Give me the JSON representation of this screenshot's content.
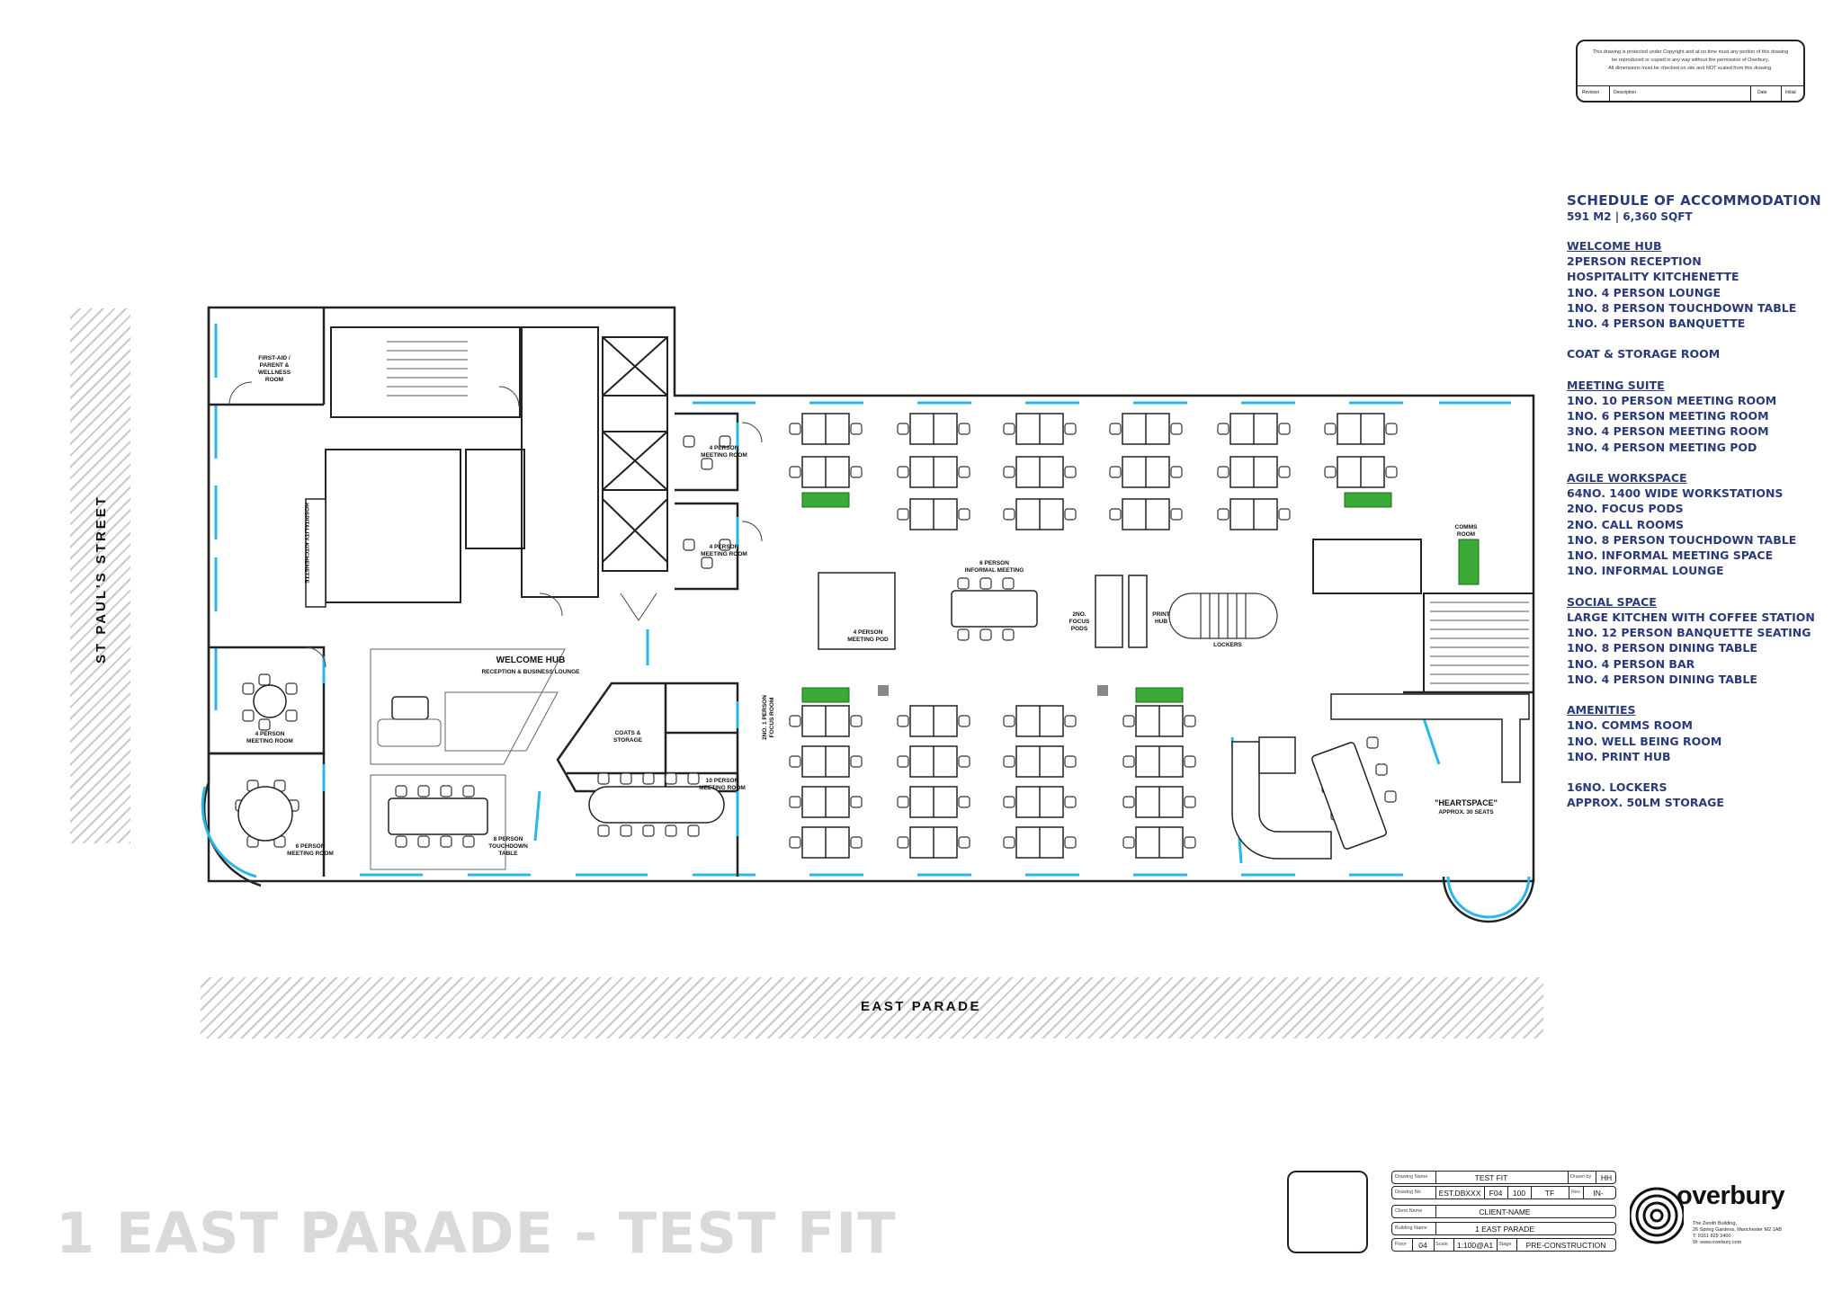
{
  "copyright": {
    "line1": "This drawing is protected under Copyright and at no time must any portion of this drawing",
    "line2": "be reproduced or copied in any way without the permission of Overbury.",
    "line3": "All dimensions must be checked on site and NOT scaled from this drawing.",
    "rev_headers": [
      "Revision",
      "Description",
      "Date",
      "Initial"
    ]
  },
  "schedule": {
    "title": "SCHEDULE OF ACCOMMODATION",
    "area": "591 M2  |  6,360 SQFT",
    "groups": [
      {
        "title": "WELCOME HUB",
        "items": [
          "2PERSON RECEPTION",
          "HOSPITALITY KITCHENETTE",
          "1NO. 4 PERSON LOUNGE",
          "1NO. 8 PERSON TOUCHDOWN TABLE",
          "1NO. 4 PERSON BANQUETTE"
        ]
      },
      {
        "title": "",
        "items": [
          "COAT & STORAGE ROOM"
        ]
      },
      {
        "title": "MEETING SUITE",
        "items": [
          "1NO. 10 PERSON MEETING ROOM",
          "1NO. 6 PERSON MEETING ROOM",
          "3NO. 4 PERSON MEETING ROOM",
          "1NO. 4 PERSON MEETING POD"
        ]
      },
      {
        "title": "AGILE WORKSPACE",
        "items": [
          "64NO. 1400 WIDE WORKSTATIONS",
          "2NO. FOCUS PODS",
          "2NO. CALL ROOMS",
          "1NO. 8 PERSON TOUCHDOWN TABLE",
          "1NO. INFORMAL MEETING SPACE",
          "1NO. INFORMAL LOUNGE"
        ]
      },
      {
        "title": "SOCIAL SPACE",
        "items": [
          "LARGE KITCHEN WITH COFFEE STATION",
          "1NO. 12 PERSON BANQUETTE SEATING",
          "1NO. 8 PERSON DINING TABLE",
          "1NO. 4 PERSON BAR",
          "1NO. 4 PERSON DINING TABLE"
        ]
      },
      {
        "title": "AMENITIES",
        "items": [
          "1NO. COMMS ROOM",
          "1NO. WELL BEING ROOM",
          "1NO. PRINT HUB"
        ]
      },
      {
        "title": "",
        "items": [
          "16NO. LOCKERS",
          "APPROX. 50LM STORAGE"
        ]
      }
    ]
  },
  "streets": {
    "left": "ST PAUL'S STREET",
    "bottom": "EAST PARADE"
  },
  "rooms": {
    "first_aid": "FIRST-AID /\nPARENT &\nWELLNESS\nROOM",
    "kitchenette": "HOSPITALITY KITCHENETTE",
    "meeting_4a": "4 PERSON\nMEETING ROOM",
    "meeting_4b": "4 PERSON\nMEETING ROOM",
    "meeting_4c": "4 PERSON\nMEETING ROOM",
    "meeting_6": "6 PERSON\nMEETING ROOM",
    "welcome_hub": "WELCOME HUB",
    "welcome_sub": "RECEPTION & BUSINESS LOUNGE",
    "touchdown": "8 PERSON\nTOUCHDOWN\nTABLE",
    "coats": "COATS &\nSTORAGE",
    "focus_rooms": "2NO. 1 PERSON\nFOCUS ROOM",
    "meeting_10": "10 PERSON\nMEETING ROOM",
    "informal": "6 PERSON\nINFORMAL MEETING",
    "pod": "4 PERSON\nMEETING POD",
    "focus_pods": "2NO.\nFOCUS\nPODS",
    "print_hub": "PRINT\nHUB",
    "lockers": "LOCKERS",
    "comms": "COMMS\nROOM",
    "heartspace": "\"HEARTSPACE\"",
    "heartspace_sub": "APPROX. 30 SEATS"
  },
  "big_title": "1 EAST PARADE - TEST FIT",
  "title_block": {
    "drawing_name_k": "Drawing Name",
    "drawing_name": "TEST FIT",
    "drawn_by_k": "Drawn by",
    "drawn_by": "HH",
    "drawing_no_k": "Drawing No",
    "drawing_no": "EST.DBXXX",
    "f_code": "F04",
    "num": "100",
    "tf": "TF",
    "rev_k": "Rev",
    "rev": "IN-",
    "client_k": "Client Name",
    "client": "CLIENT-NAME",
    "building_k": "Building Name",
    "building": "1 EAST PARADE",
    "floor_k": "Floor",
    "floor": "04",
    "scale_k": "Scale",
    "scale": "1:100@A1",
    "stage_k": "Stage",
    "stage": "PRE-CONSTRUCTION"
  },
  "logo": {
    "name": "overbury",
    "addr1": "The Zenith Building,",
    "addr2": "26 Spring Gardens, Manchester M2 1AB",
    "addr3": "T: 0161 829 3400",
    "addr4": "W: www.overbury.com"
  },
  "colors": {
    "schedule": "#2a3a78",
    "glazing": "#29b6e8",
    "planter": "#3aa935",
    "wall": "#222222"
  }
}
